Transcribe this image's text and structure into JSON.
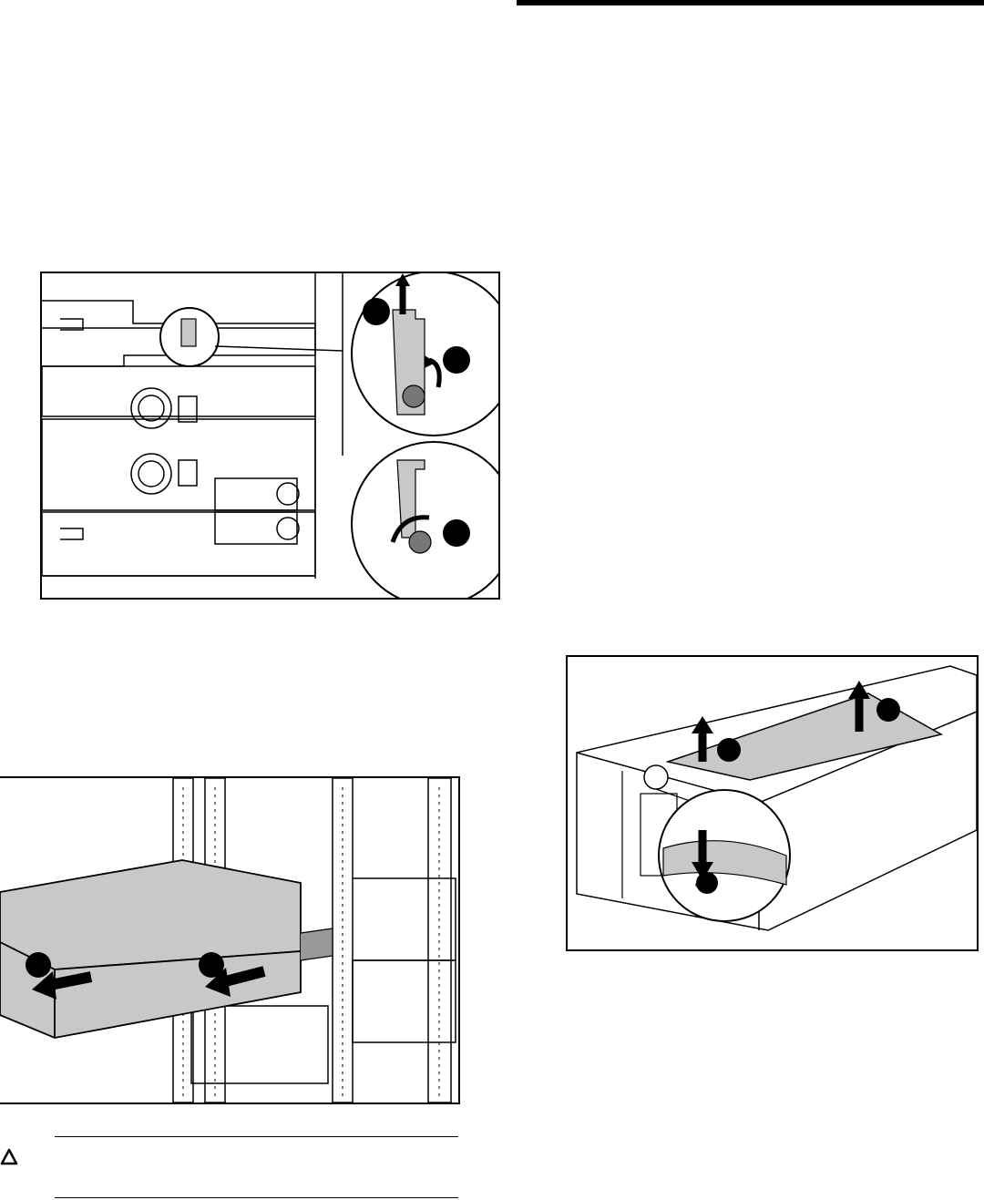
{
  "layout": {
    "top_right_bar": true
  },
  "figures": [
    {
      "name": "rear-bracket-figure",
      "callouts": [
        "",
        "",
        ""
      ]
    },
    {
      "name": "rack-slide-figure",
      "callouts": [
        "",
        ""
      ]
    },
    {
      "name": "top-cover-figure",
      "callouts": [
        "",
        "",
        ""
      ]
    }
  ],
  "caution": {
    "icon": "caution-triangle-icon",
    "text": ""
  },
  "colors": {
    "ink": "#000000",
    "shade": "#c8c8c8",
    "paper": "#ffffff"
  }
}
